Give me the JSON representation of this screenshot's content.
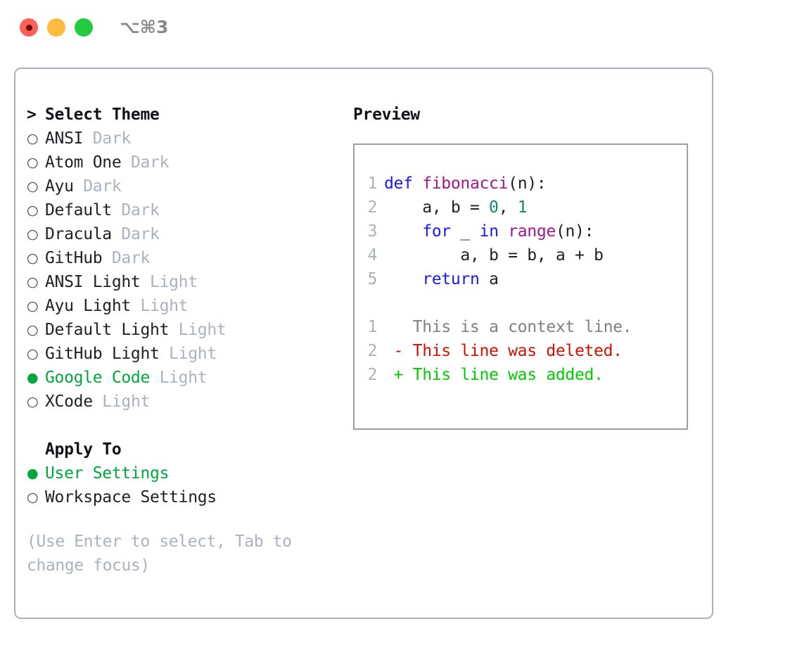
{
  "titlebar": {
    "shortcut": "⌥⌘3",
    "buttons": [
      {
        "name": "close",
        "color": "#fc6058"
      },
      {
        "name": "minimize",
        "color": "#fdbc40"
      },
      {
        "name": "maximize",
        "color": "#26ca41"
      }
    ]
  },
  "theme_picker": {
    "header": "Select Theme",
    "caret": ">",
    "bullet_selected": "●",
    "bullet_unselected": "○",
    "items": [
      {
        "name": "ANSI",
        "tag": "Dark",
        "selected": false
      },
      {
        "name": "Atom One",
        "tag": "Dark",
        "selected": false
      },
      {
        "name": "Ayu",
        "tag": "Dark",
        "selected": false
      },
      {
        "name": "Default",
        "tag": "Dark",
        "selected": false
      },
      {
        "name": "Dracula",
        "tag": "Dark",
        "selected": false
      },
      {
        "name": "GitHub",
        "tag": "Dark",
        "selected": false
      },
      {
        "name": "ANSI Light",
        "tag": "Light",
        "selected": false
      },
      {
        "name": "Ayu Light",
        "tag": "Light",
        "selected": false
      },
      {
        "name": "Default Light",
        "tag": "Light",
        "selected": false
      },
      {
        "name": "GitHub Light",
        "tag": "Light",
        "selected": false
      },
      {
        "name": "Google Code",
        "tag": "Light",
        "selected": true
      },
      {
        "name": "XCode",
        "tag": "Light",
        "selected": false
      }
    ]
  },
  "apply_to": {
    "header": "Apply To",
    "items": [
      {
        "name": "User Settings",
        "selected": true
      },
      {
        "name": "Workspace Settings",
        "selected": false
      }
    ]
  },
  "hint": "(Use Enter to select, Tab to change focus)",
  "preview": {
    "title": "Preview",
    "code_lines": [
      {
        "no": "1",
        "tokens": [
          {
            "t": "def ",
            "c": "kw"
          },
          {
            "t": "fibonacci",
            "c": "fn"
          },
          {
            "t": "(n):",
            "c": "pl"
          }
        ]
      },
      {
        "no": "2",
        "tokens": [
          {
            "t": "    a, b = ",
            "c": "pl"
          },
          {
            "t": "0",
            "c": "num"
          },
          {
            "t": ", ",
            "c": "pl"
          },
          {
            "t": "1",
            "c": "num"
          }
        ]
      },
      {
        "no": "3",
        "tokens": [
          {
            "t": "    ",
            "c": "pl"
          },
          {
            "t": "for",
            "c": "kw"
          },
          {
            "t": " _ ",
            "c": "pl"
          },
          {
            "t": "in",
            "c": "kw"
          },
          {
            "t": " ",
            "c": "pl"
          },
          {
            "t": "range",
            "c": "fn"
          },
          {
            "t": "(n):",
            "c": "pl"
          }
        ]
      },
      {
        "no": "4",
        "tokens": [
          {
            "t": "        a, b = b, a + b",
            "c": "pl"
          }
        ]
      },
      {
        "no": "5",
        "tokens": [
          {
            "t": "    ",
            "c": "pl"
          },
          {
            "t": "return",
            "c": "kw"
          },
          {
            "t": " a",
            "c": "pl"
          }
        ]
      }
    ],
    "diff_lines": [
      {
        "no": "1",
        "marker": " ",
        "text": " This is a context line.",
        "kind": "ctx"
      },
      {
        "no": "2",
        "marker": "-",
        "text": " This line was deleted.",
        "kind": "del"
      },
      {
        "no": "2",
        "marker": "+",
        "text": " This line was added.",
        "kind": "add"
      }
    ]
  },
  "colors": {
    "accent_green": "#00a83c",
    "diff_add": "#00cc00",
    "diff_del": "#cc1100",
    "muted": "#aab2bf",
    "keyword": "#1a1ae6",
    "function": "#a0158c",
    "number": "#0e8a72",
    "border": "#a8b0bd"
  }
}
